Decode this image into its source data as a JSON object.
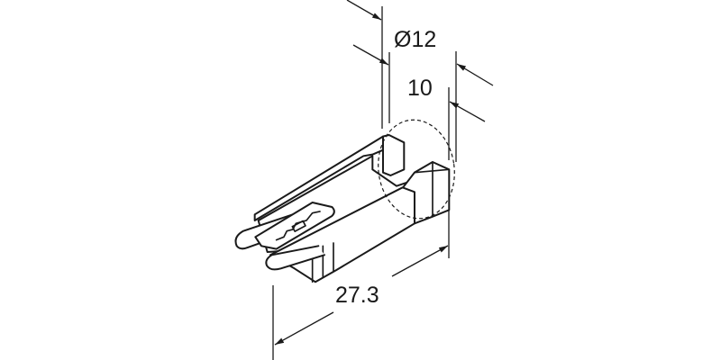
{
  "drawing": {
    "colors": {
      "line": "#1a1a1a",
      "background": "#ffffff"
    },
    "dimensions": {
      "diameter": "Ø12",
      "width": "10",
      "length": "27.3"
    }
  }
}
